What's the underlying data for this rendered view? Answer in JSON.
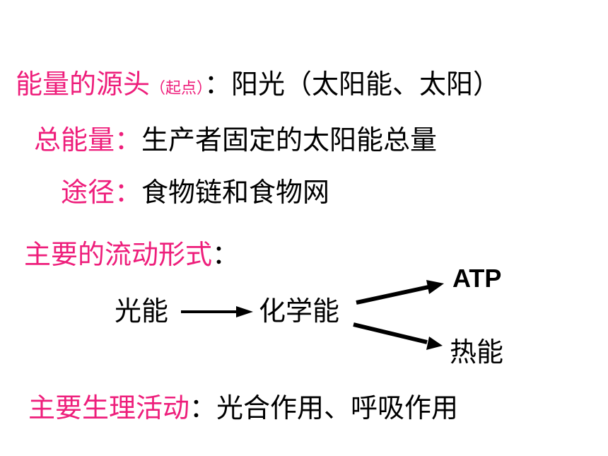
{
  "colors": {
    "accent": "#ee1e7b",
    "text": "#000000"
  },
  "line1": {
    "label": "能量的源头",
    "note": "（起点）",
    "colon": "：",
    "value": "阳光（太阳能、太阳）"
  },
  "line2": {
    "label": "总能量：",
    "value": "生产者固定的太阳能总量"
  },
  "line3": {
    "label": "途径：",
    "value": "食物链和食物网"
  },
  "line4": {
    "label": "主要的流动形式",
    "colon": "："
  },
  "flow": {
    "source": "光能",
    "middle": "化学能",
    "out1": "ATP",
    "out2": "热能"
  },
  "line5": {
    "label": "主要生理活动",
    "colon": "：",
    "value": "光合作用、呼吸作用"
  }
}
